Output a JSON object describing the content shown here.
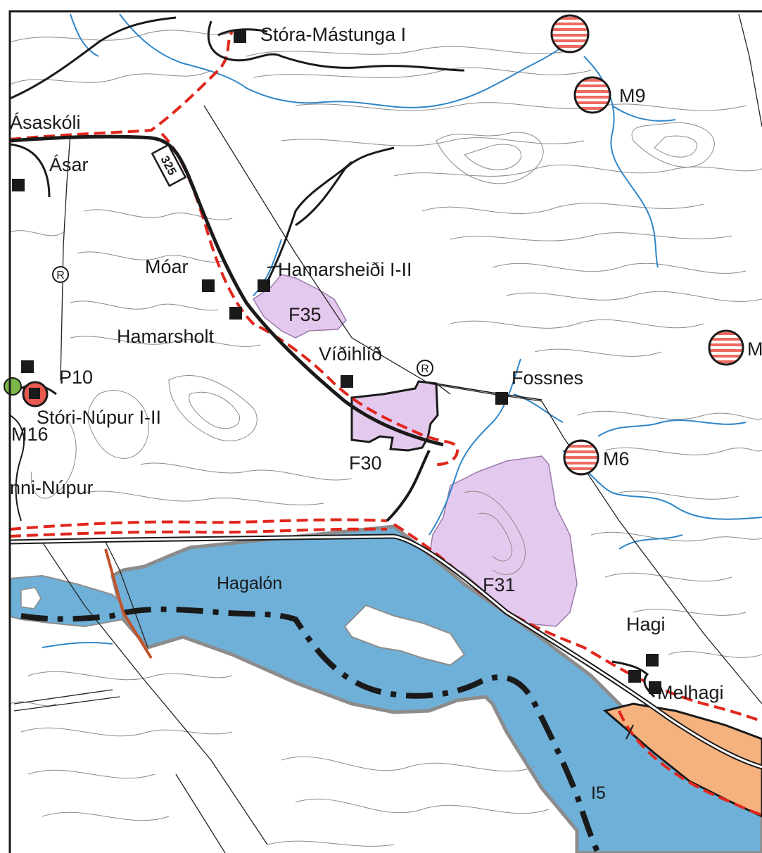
{
  "map": {
    "place_labels": {
      "stora_mastunga": "Stóra-Mástunga I",
      "asaskoli": "Ásaskóli",
      "asar": "Ásar",
      "moar": "Móar",
      "hamarsheidi": "Hamarsheiði I-II",
      "hamarsholt": "Hamarsholt",
      "vidihlid": "Víðihlíð",
      "fossnes": "Fossnes",
      "stori_nupur": "Stóri-Núpur I-II",
      "innri_nupur": "nni-Núpur",
      "hagalon": "Hagalón",
      "hagi": "Hagi",
      "melhagi": "Melhagi"
    },
    "zone_labels": {
      "f35": "F35",
      "f30": "F30",
      "f31": "F31",
      "m9": "M9",
      "m6": "M6",
      "m16": "M16",
      "m_partial": "M",
      "p10": "P10",
      "i5": "I5"
    },
    "road_number": "325",
    "route_marker": "R",
    "colors": {
      "water": "#6fb0d8",
      "water_edge": "#8c8c8c",
      "summer_house_area": "#e4c9ee",
      "industrial_area": "#f5b27e",
      "boundary_red": "#e1261c",
      "stream": "#2f86c8",
      "contour": "#8a8a8a",
      "road": "#1a1a1a",
      "material_site": "#e85a4f"
    }
  }
}
